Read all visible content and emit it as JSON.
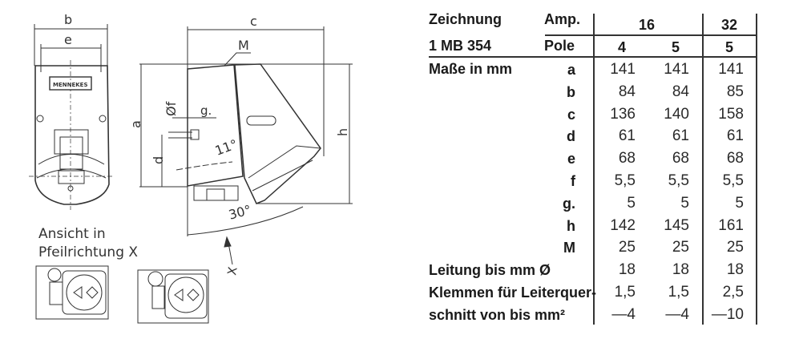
{
  "drawing": {
    "dim_labels": {
      "b": "b",
      "e": "e",
      "c": "c",
      "M": "M",
      "a": "a",
      "f": "Øf",
      "g": "g.",
      "d": "d",
      "h": "h",
      "angle1": "11°",
      "angle2": "30°",
      "x": "X"
    },
    "logo_text": "MENNEKES",
    "view_caption_line1": "Ansicht in",
    "view_caption_line2": "Pfeilrichtung X"
  },
  "table": {
    "header": {
      "zeichnung": "Zeichnung",
      "model": "1 MB 354",
      "amp_label": "Amp.",
      "pole_label": "Pole",
      "amp_groups": [
        "16",
        "32"
      ],
      "poles": [
        "4",
        "5",
        "5"
      ]
    },
    "section_label": "Maße in mm",
    "rows": [
      {
        "label": "",
        "key": "a",
        "values": [
          "141",
          "141",
          "141"
        ]
      },
      {
        "label": "",
        "key": "b",
        "values": [
          "84",
          "84",
          "85"
        ]
      },
      {
        "label": "",
        "key": "c",
        "values": [
          "136",
          "140",
          "158"
        ]
      },
      {
        "label": "",
        "key": "d",
        "values": [
          "61",
          "61",
          "61"
        ]
      },
      {
        "label": "",
        "key": "e",
        "values": [
          "68",
          "68",
          "68"
        ]
      },
      {
        "label": "",
        "key": "f",
        "values": [
          "5,5",
          "5,5",
          "5,5"
        ]
      },
      {
        "label": "",
        "key": "g.",
        "values": [
          "5",
          "5",
          "5"
        ]
      },
      {
        "label": "",
        "key": "h",
        "values": [
          "142",
          "145",
          "161"
        ]
      },
      {
        "label": "",
        "key": "M",
        "values": [
          "25",
          "25",
          "25"
        ]
      },
      {
        "label": "Leitung bis mm Ø",
        "key": "",
        "values": [
          "18",
          "18",
          "18"
        ]
      },
      {
        "label": "Klemmen für Leiterquer-",
        "key": "",
        "values": [
          "1,5",
          "1,5",
          "2,5"
        ]
      },
      {
        "label": "schnitt von bis mm²",
        "key": "",
        "values": [
          "—4",
          "—4",
          "—10"
        ]
      }
    ]
  }
}
